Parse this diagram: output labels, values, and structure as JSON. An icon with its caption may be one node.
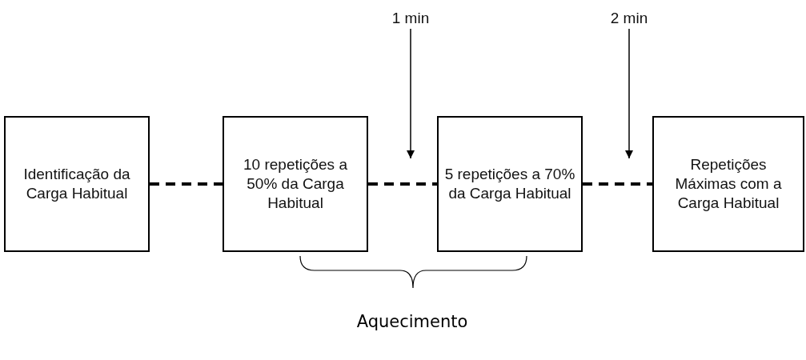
{
  "diagram": {
    "nodes": [
      {
        "text": [
          "Identificação da Carga Habitual"
        ]
      },
      {
        "text": [
          "10 repetições a 50% da Carga Habitual"
        ]
      },
      {
        "text": [
          "5 repetições a 70% da Carga Habitual"
        ]
      },
      {
        "text": [
          "Repetições Máximas com a Carga Habitual"
        ]
      },
      {
        "text": [
          "1 min"
        ]
      },
      {
        "text": [
          "2 min"
        ]
      }
    ],
    "edges": [
      {
        "from": 0,
        "to": 1,
        "arrow": "none",
        "style": "dashed"
      },
      {
        "from": 1,
        "to": 2,
        "arrow": "none",
        "style": "dashed"
      },
      {
        "from": 2,
        "to": 3,
        "arrow": "none",
        "style": "dashed"
      },
      {
        "from": 4,
        "to": null,
        "arrow": "to"
      },
      {
        "from": 5,
        "to": null,
        "arrow": "to"
      }
    ],
    "labels": [
      "Aquecimento"
    ]
  }
}
